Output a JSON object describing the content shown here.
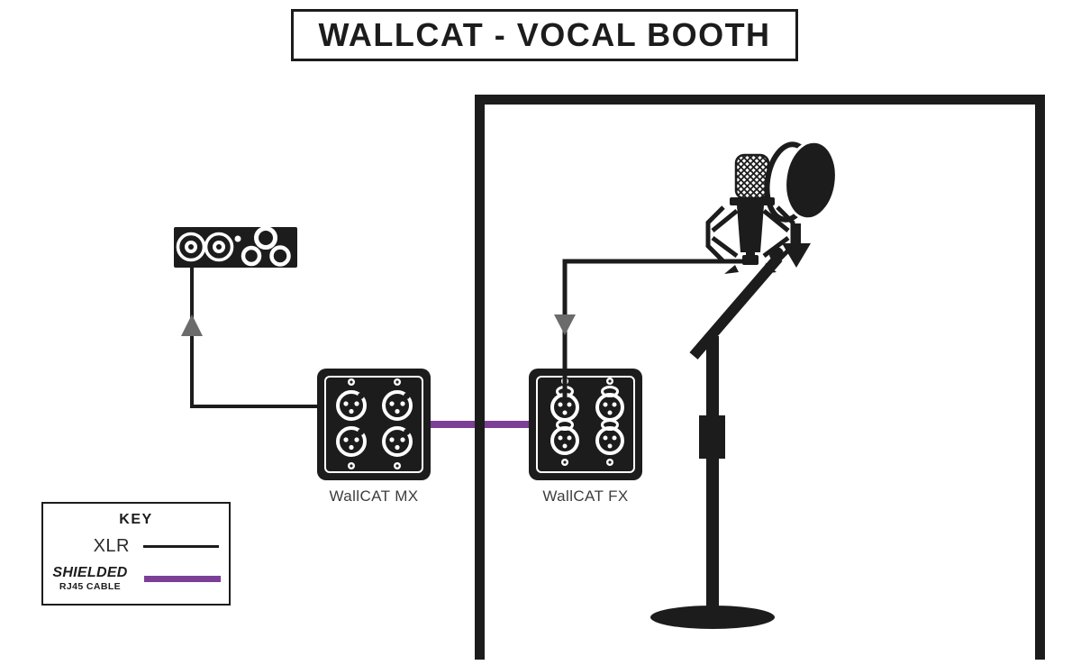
{
  "title": "WALLCAT - VOCAL BOOTH",
  "devices": {
    "wallcat_mx": {
      "label": "WallCAT MX"
    },
    "wallcat_fx": {
      "label": "WallCAT FX"
    }
  },
  "key": {
    "title": "KEY",
    "items": [
      {
        "label": "XLR",
        "line_color": "#1c1c1c",
        "line_style": "thin"
      },
      {
        "label_line1": "SHIELDED",
        "label_line2": "RJ45 CABLE",
        "line_color": "#7c3f97",
        "line_style": "thick"
      }
    ]
  },
  "icons": {
    "audio_interface": "audio-interface-icon",
    "wallcat_mx_plate": "xlr-wall-plate-mx-icon",
    "wallcat_fx_plate": "xlr-wall-plate-fx-icon",
    "microphone": "condenser-mic-shockmount-icon",
    "pop_filter": "pop-filter-icon",
    "mic_stand": "boom-mic-stand-icon",
    "booth": "vocal-booth-wall",
    "arrow_up": "signal-arrow-up-icon",
    "arrow_down": "signal-arrow-down-icon"
  },
  "colors": {
    "ink": "#1c1c1c",
    "paper": "#ffffff",
    "purple": "#7c3f97",
    "arrow_gray": "#6b6b6b",
    "label_gray": "#3d3d3d"
  }
}
